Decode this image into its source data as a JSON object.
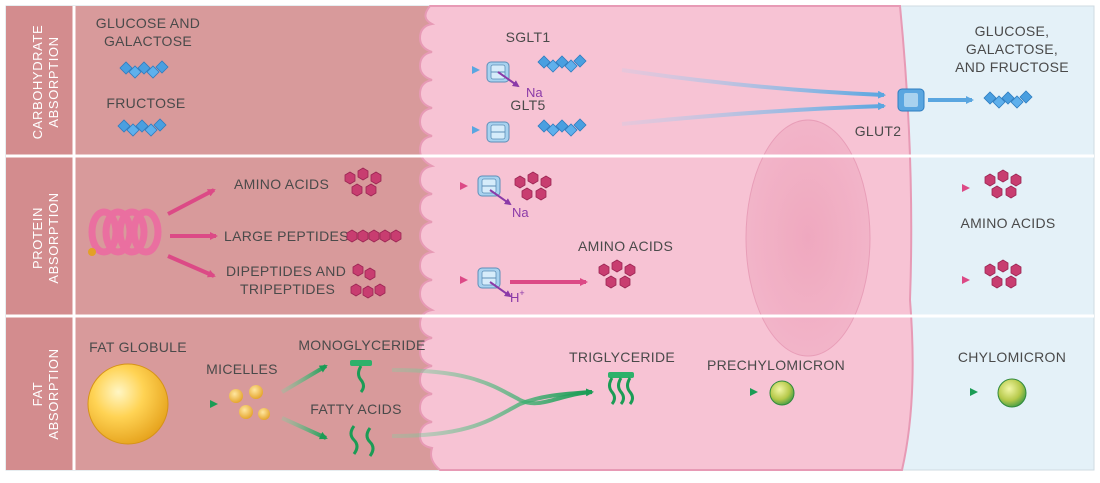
{
  "sections": {
    "carbohydrate": [
      "CARBOHYDRATE",
      "ABSORPTION"
    ],
    "protein": [
      "PROTEIN",
      "ABSORPTION"
    ],
    "fat": [
      "FAT",
      "ABSORPTION"
    ]
  },
  "carbohydrate": {
    "glucose_galactose": [
      "GLUCOSE AND",
      "GALACTOSE"
    ],
    "fructose": "FRUCTOSE",
    "sglt1": "SGLT1",
    "glt5": "GLT5",
    "sodium": "Na",
    "glut2": "GLUT2",
    "output": [
      "GLUCOSE,",
      "GALACTOSE,",
      "AND FRUCTOSE"
    ]
  },
  "protein": {
    "amino_acids": "AMINO ACIDS",
    "large_peptides": "LARGE PEPTIDES",
    "dipeptides": [
      "DIPEPTIDES AND",
      "TRIPEPTIDES"
    ],
    "sodium": "Na",
    "hydrogen": "H",
    "hydrogen_charge": "+",
    "inner_amino_acids": "AMINO ACIDS",
    "output_amino_acids": "AMINO ACIDS"
  },
  "fat": {
    "fat_globule": "FAT GLOBULE",
    "micelles": "MICELLES",
    "monoglyceride": "MONOGLYCERIDE",
    "fatty_acids": "FATTY ACIDS",
    "triglyceride": "TRIGLYCERIDE",
    "prechylomicron": "PRECHYLOMICRON",
    "chylomicron": "CHYLOMICRON"
  },
  "colors": {
    "lumen": "#d89a9b",
    "side_panel": "#d38c8e",
    "cell": "#f7c3d4",
    "interstitial": "#e4f1f8",
    "carb_arrow": "#6fb4e6",
    "protein_arrow": "#e0508a",
    "fat_arrow": "#1fa35a",
    "sugar": "#4a9fe0",
    "amino": "#c83d70"
  }
}
